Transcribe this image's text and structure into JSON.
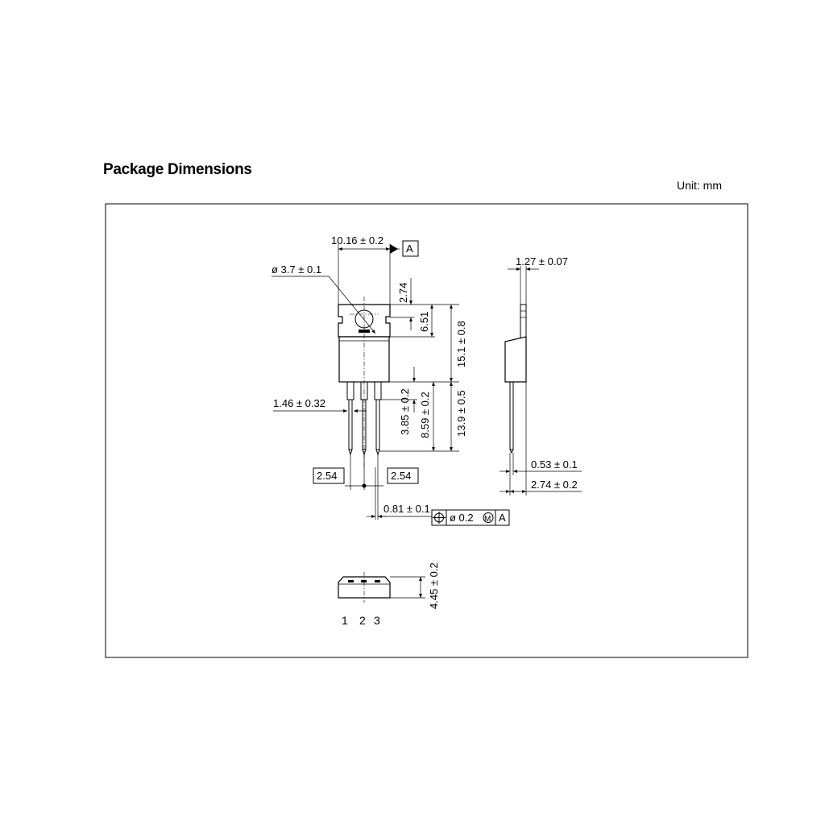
{
  "header": {
    "title": "Package Dimensions",
    "unit": "Unit: mm"
  },
  "dims": {
    "width": "10.16 ± 0.2",
    "datum": "A",
    "hole": "ø 3.7 ± 0.1",
    "d274": "2.74",
    "d651": "6.51",
    "d151": "15.1 ± 0.8",
    "d146": "1.46 ± 0.32",
    "d385": "3.85 ± 0.2",
    "d859": "8.59 ± 0.2",
    "d139": "13.9 ± 0.5",
    "pitch1": "2.54",
    "pitch2": "2.54",
    "d081": "0.81 ± 0.1",
    "fcf_tol": "ø 0.2",
    "fcf_mod": "M",
    "fcf_datum": "A",
    "d127": "1.27 ± 0.07",
    "d053": "0.53 ± 0.1",
    "d274b": "2.74 ± 0.2",
    "d445": "4.45 ± 0.2",
    "pin1": "1",
    "pin2": "2",
    "pin3": "3"
  }
}
